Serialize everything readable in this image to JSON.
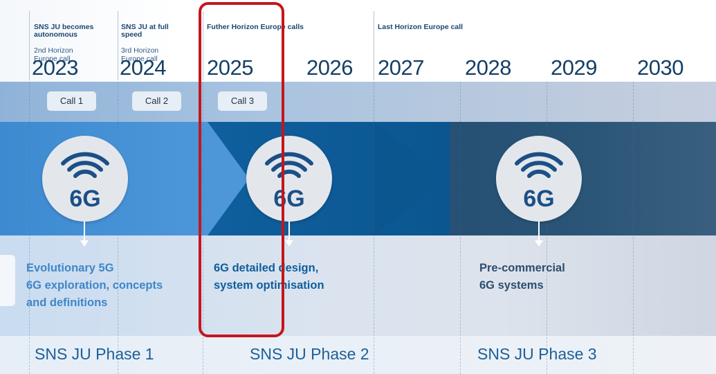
{
  "header": {
    "notes": [
      {
        "id": "2023",
        "text": "SNS JU becomes\nautonomous",
        "light": "2nd Horizon\nEurope call"
      },
      {
        "id": "2024",
        "text": "SNS JU at full\nspeed",
        "light": "3rd Horizon\nEurope call"
      },
      {
        "id": "2025",
        "text": "Futher Horizon Europe calls",
        "light": ""
      },
      {
        "id": "2027",
        "text": "Last Horizon Europe call",
        "light": ""
      }
    ],
    "years": [
      "2023",
      "2024",
      "2025",
      "2026",
      "2027",
      "2028",
      "2029",
      "2030"
    ]
  },
  "calls": [
    "Call 1",
    "Call 2",
    "Call 3"
  ],
  "icons": {
    "badge_text": "6G",
    "symbol": "wifi-6g-icon"
  },
  "descriptions": [
    {
      "text": "Evolutionary 5G\n6G exploration, concepts\nand definitions",
      "color": "#3f86c8"
    },
    {
      "text": "6G detailed design,\nsystem optimisation",
      "color": "#0f5e9c"
    },
    {
      "text": "Pre-commercial\n6G systems",
      "color": "#2c4d6e"
    }
  ],
  "phases": [
    "SNS JU Phase 1",
    "SNS JU Phase 2",
    "SNS JU Phase 3"
  ],
  "colors": {
    "phase1": "#4d97d9",
    "phase2": "#0b568f",
    "phase3": "#2a5577",
    "highlight": "#c4161c",
    "icon_dark": "#1c4f86"
  }
}
